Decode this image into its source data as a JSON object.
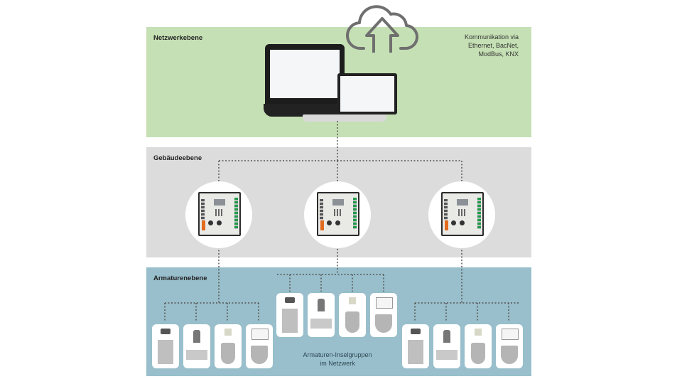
{
  "layers": {
    "network": {
      "title": "Netzwerkebene"
    },
    "building": {
      "title": "Gebäudeebene"
    },
    "fixture": {
      "title": "Armaturenebene"
    }
  },
  "communication": {
    "lines": [
      "Kommunikation via",
      "Ethernet, BacNet,",
      "ModBus, KNX"
    ]
  },
  "fixture_caption": {
    "lines": [
      "Armaturen-Inselgruppen",
      "im Netzwerk"
    ]
  },
  "icons": {
    "cloud": "cloud-upload-icon",
    "monitor": "desktop-monitor-icon",
    "laptop": "laptop-icon",
    "controller": "controller-module-icon",
    "fixtures": [
      "soap-dispenser-icon",
      "sensor-faucet-icon",
      "urinal-icon",
      "toilet-icon"
    ]
  },
  "colors": {
    "network_layer": "#c5e0b4",
    "building_layer": "#dcdcdc",
    "fixture_layer": "#98bfcb",
    "connector": "#555555"
  }
}
